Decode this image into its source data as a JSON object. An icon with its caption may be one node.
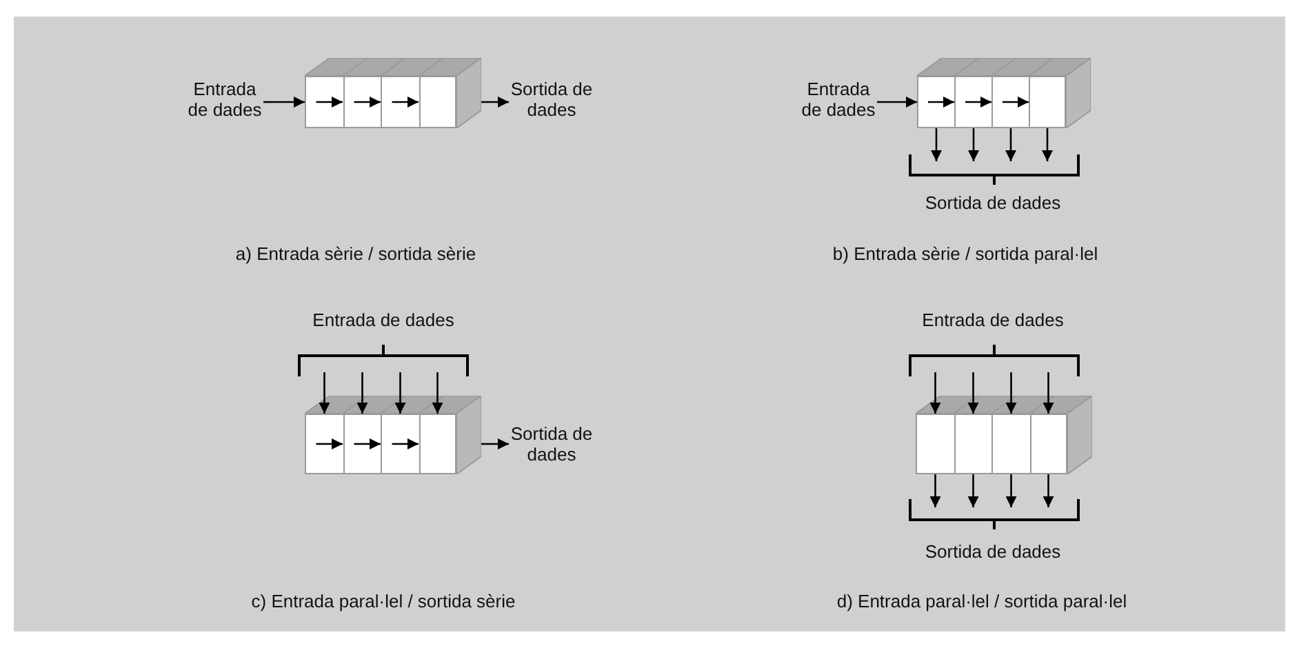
{
  "diagram": {
    "nodes": [
      {
        "text": [
          "Entrada de dades"
        ]
      },
      {
        "text": [],
        "shape": "box"
      },
      {
        "text": [],
        "shape": "box",
        "in": 1
      },
      {
        "text": [],
        "shape": "box",
        "in": 1
      },
      {
        "text": [],
        "shape": "box",
        "in": 1
      },
      {
        "text": [],
        "shape": "box",
        "in": 1
      },
      {
        "text": [
          "Sortida de dades"
        ]
      },
      {
        "text": [
          "Entrada de dades"
        ]
      },
      {
        "text": [],
        "shape": "box"
      },
      {
        "text": [],
        "shape": "box",
        "in": 8
      },
      {
        "text": [],
        "shape": "box",
        "in": 8
      },
      {
        "text": [],
        "shape": "box",
        "in": 8
      },
      {
        "text": [],
        "shape": "box",
        "in": 8
      },
      {
        "text": [],
        "shape": "box"
      },
      {
        "text": [],
        "shape": "box",
        "in": 13
      },
      {
        "text": [],
        "shape": "box",
        "in": 13
      },
      {
        "text": [],
        "shape": "box",
        "in": 13
      },
      {
        "text": [],
        "shape": "box",
        "in": 13
      },
      {
        "text": [
          "Sortida de dades"
        ]
      },
      {
        "text": [],
        "shape": "box"
      },
      {
        "text": [],
        "shape": "box",
        "in": 19
      },
      {
        "text": [],
        "shape": "box",
        "in": 19
      },
      {
        "text": [],
        "shape": "box",
        "in": 19
      },
      {
        "text": [],
        "shape": "box",
        "in": 19
      }
    ],
    "edges": [
      {
        "from": 0,
        "to": 2,
        "arrow": "to"
      },
      {
        "from": 2,
        "to": 3,
        "arrow": "to"
      },
      {
        "from": 3,
        "to": 4,
        "arrow": "to"
      },
      {
        "from": 4,
        "to": 5,
        "arrow": "to"
      },
      {
        "from": 1,
        "to": 6,
        "arrow": "to"
      },
      {
        "from": 7,
        "to": 9,
        "arrow": "to"
      },
      {
        "from": 9,
        "to": 10,
        "arrow": "to"
      },
      {
        "from": 10,
        "to": 11,
        "arrow": "to"
      },
      {
        "from": 11,
        "to": 12,
        "arrow": "to"
      },
      {
        "from": 9,
        "to": null,
        "arrow": "to"
      },
      {
        "from": 10,
        "to": null,
        "arrow": "to"
      },
      {
        "from": 11,
        "to": null,
        "arrow": "to"
      },
      {
        "from": 12,
        "to": null,
        "arrow": "to"
      },
      {
        "from": null,
        "to": 14,
        "arrow": "to"
      },
      {
        "from": null,
        "to": 15,
        "arrow": "to"
      },
      {
        "from": null,
        "to": 16,
        "arrow": "to"
      },
      {
        "from": null,
        "to": 17,
        "arrow": "to"
      },
      {
        "from": 14,
        "to": 15,
        "arrow": "to"
      },
      {
        "from": 15,
        "to": 16,
        "arrow": "to"
      },
      {
        "from": 16,
        "to": 17,
        "arrow": "to"
      },
      {
        "from": 13,
        "to": 18,
        "arrow": "to"
      },
      {
        "from": null,
        "to": 20,
        "arrow": "to"
      },
      {
        "from": null,
        "to": 21,
        "arrow": "to"
      },
      {
        "from": null,
        "to": 22,
        "arrow": "to"
      },
      {
        "from": null,
        "to": 23,
        "arrow": "to"
      },
      {
        "from": 20,
        "to": null,
        "arrow": "to"
      },
      {
        "from": 21,
        "to": null,
        "arrow": "to"
      },
      {
        "from": 22,
        "to": null,
        "arrow": "to"
      },
      {
        "from": 23,
        "to": null,
        "arrow": "to"
      }
    ],
    "labels": [
      "Sortida de dades",
      "a) Entrada sèrie / sortida sèrie",
      "b) Entrada sèrie / sortida paral·lel",
      "Entrada de dades",
      "Entrada de dades",
      "Sortida de dades",
      "c) Entrada paral·lel / sortida sèrie",
      "d) Entrada paral·lel / sortida paral·lel"
    ]
  }
}
